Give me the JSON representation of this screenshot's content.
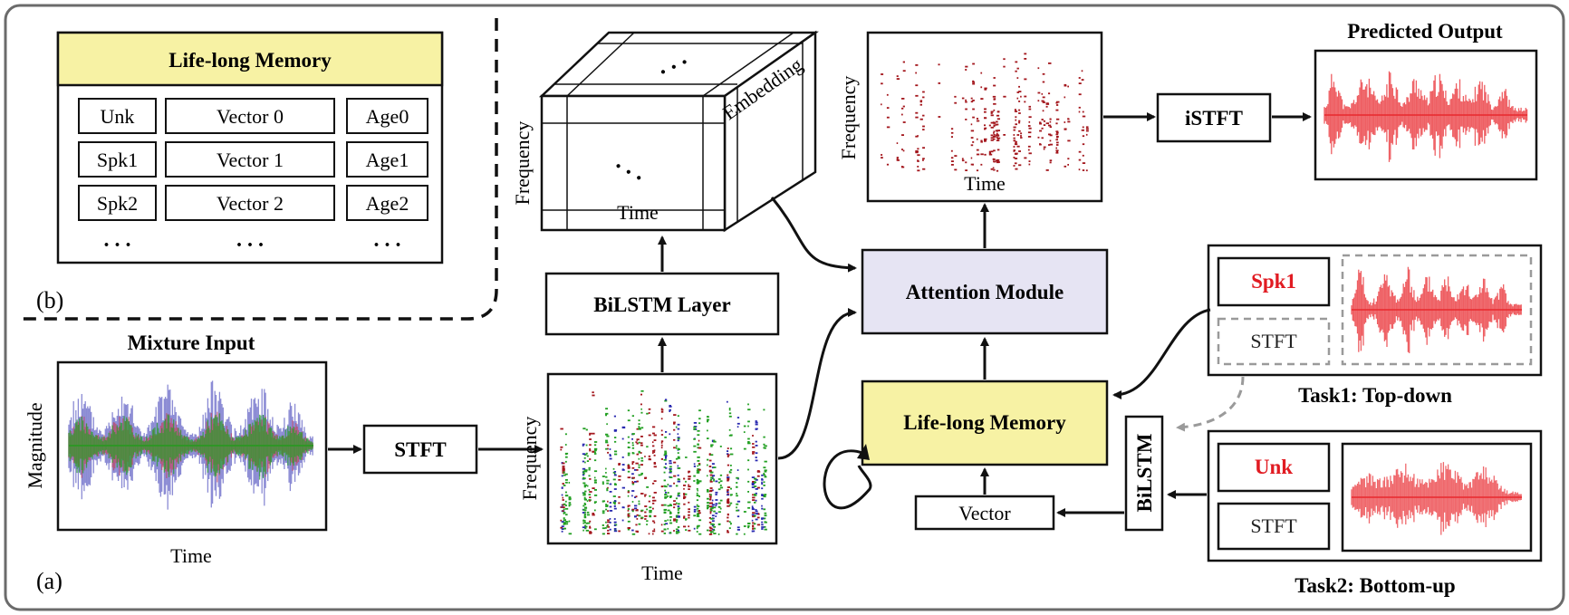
{
  "panel_labels": {
    "a": "(a)",
    "b": "(b)"
  },
  "memory_table": {
    "title": "Life-long Memory",
    "rows": [
      {
        "id": "Unk",
        "vector": "Vector 0",
        "age": "Age0"
      },
      {
        "id": "Spk1",
        "vector": "Vector 1",
        "age": "Age1"
      },
      {
        "id": "Spk2",
        "vector": "Vector 2",
        "age": "Age2"
      }
    ],
    "ellipsis": ". . ."
  },
  "mixture_input": {
    "title": "Mixture Input",
    "ylabel": "Magnitude",
    "xlabel": "Time"
  },
  "stft_main": "STFT",
  "spectrogram_input": {
    "ylabel": "Frequency",
    "xlabel": "Time"
  },
  "bilstm_layer": "BiLSTM Layer",
  "embedding_cube": {
    "ylabel": "Frequency",
    "xlabel": "Time",
    "zlabel": "Embedding",
    "dots": ". . ."
  },
  "attention_module": "Attention Module",
  "output_spectrogram": {
    "ylabel": "Frequency",
    "xlabel": "Time"
  },
  "istft": "iSTFT",
  "predicted_output": {
    "title": "Predicted Output"
  },
  "lifelong_memory_block": "Life-long Memory",
  "vector_block": "Vector",
  "bilstm_vertical": "BiLSTM",
  "task1": {
    "speaker": "Spk1",
    "stft": "STFT",
    "caption": "Task1: Top-down"
  },
  "task2": {
    "speaker": "Unk",
    "stft": "STFT",
    "caption": "Task2: Bottom-up"
  },
  "colors": {
    "memory_yellow": "#f7f2a4",
    "attention_lavender": "#e6e4f3",
    "speaker_red": "#e11b22",
    "waveform_red": "#e8282e",
    "spectro_darkred": "#a3161c",
    "spectro_blue": "#2a2ab0",
    "spectro_green": "#23a023",
    "dashed_gray": "#9a9a9a"
  }
}
